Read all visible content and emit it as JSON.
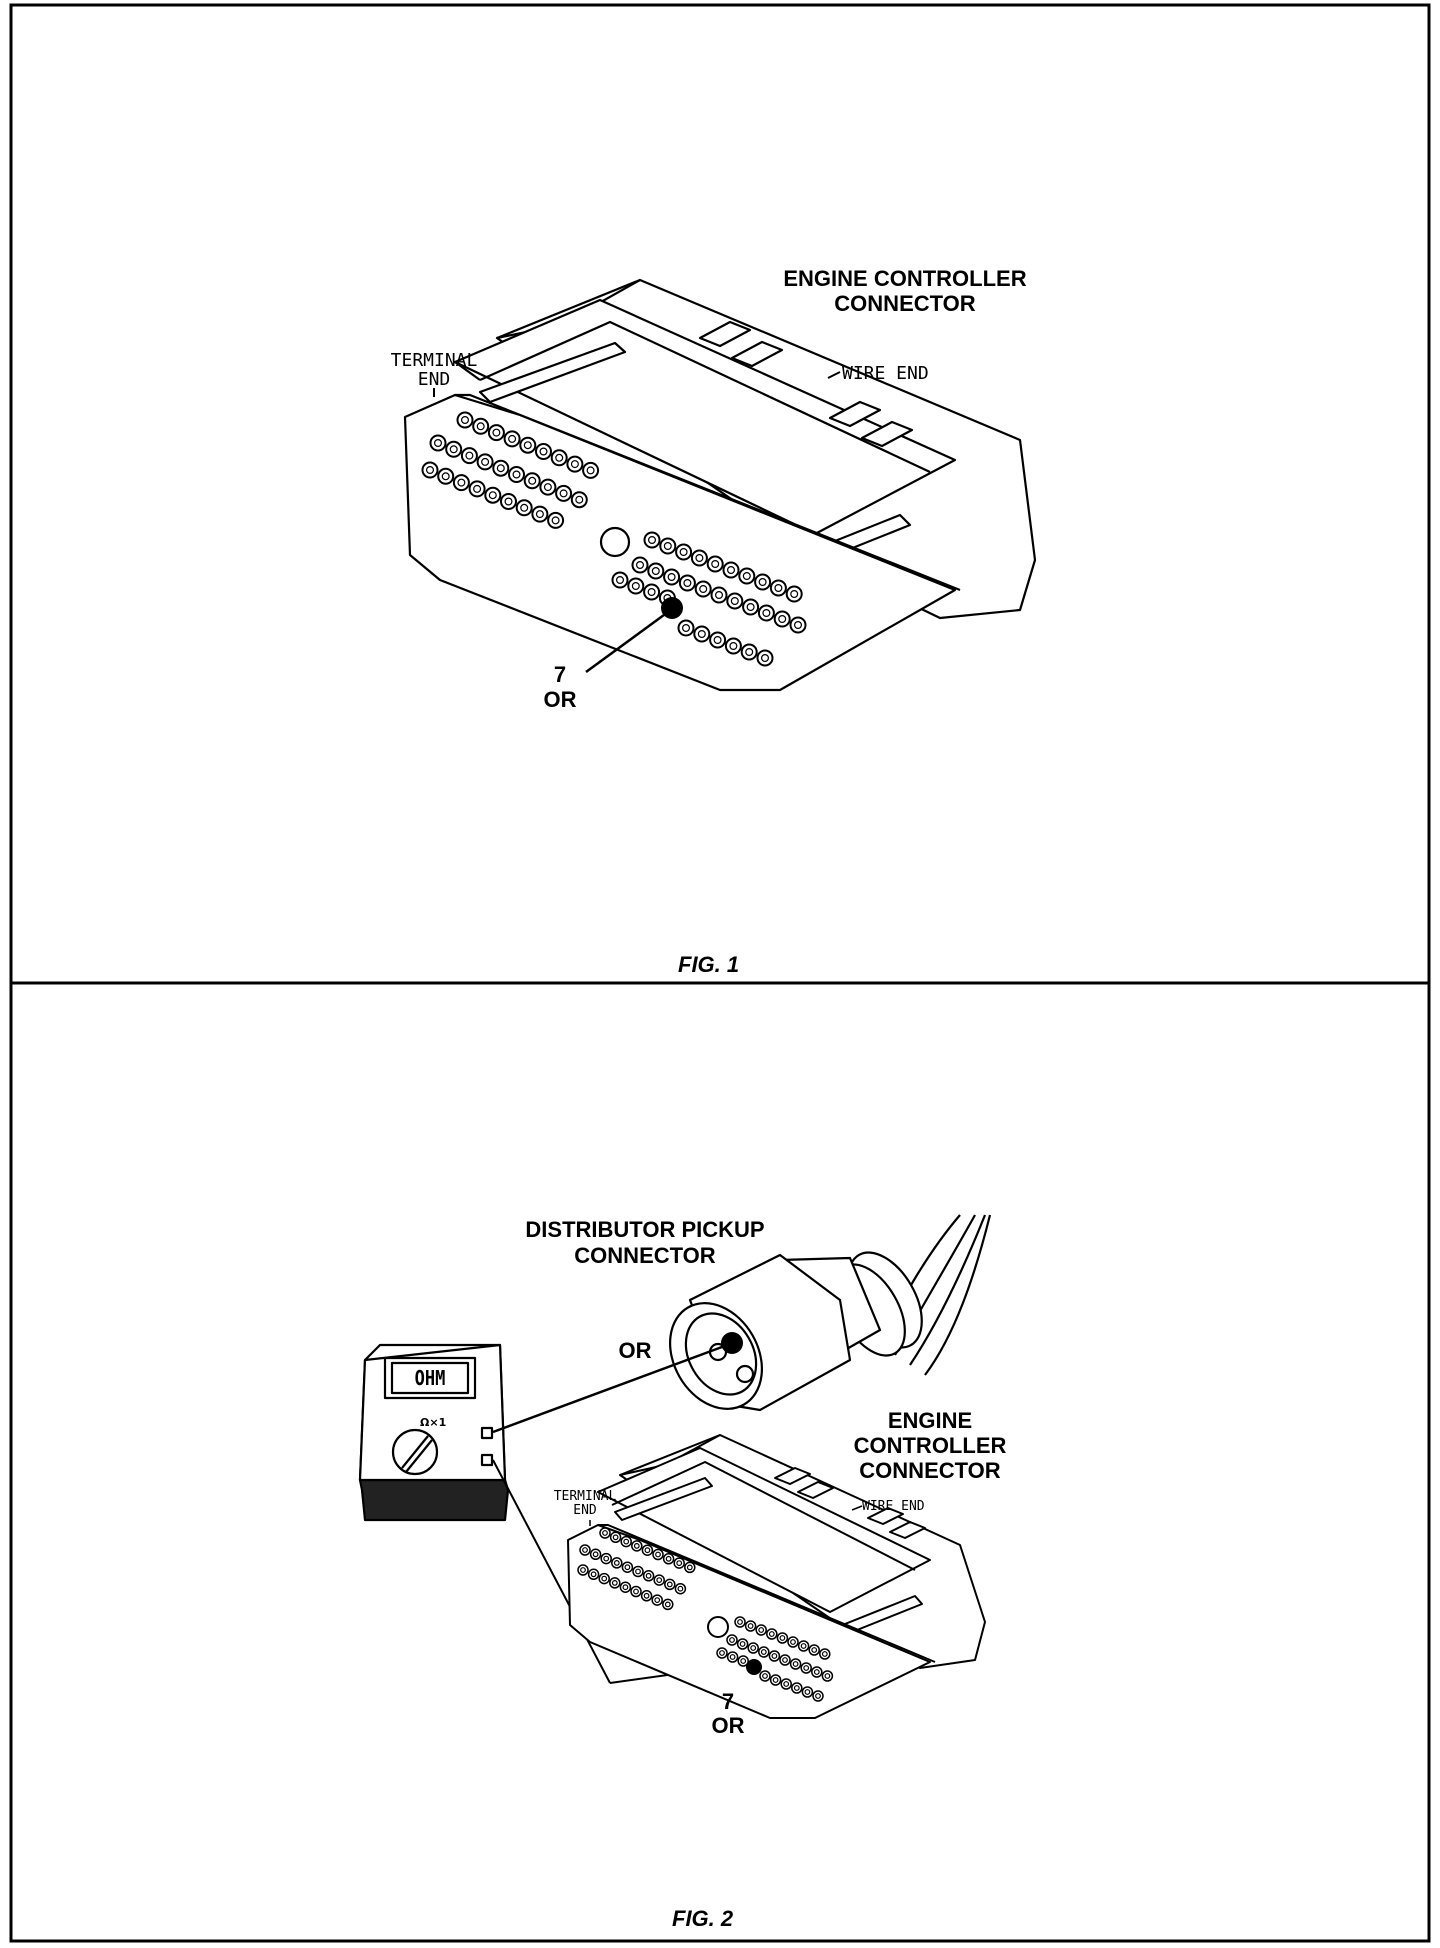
{
  "fig1": {
    "title_line1": "ENGINE CONTROLLER",
    "title_line2": "CONNECTOR",
    "terminal_end_line1": "TERMINAL",
    "terminal_end_line2": "END",
    "wire_end": "WIRE END",
    "pin_number": "7",
    "pin_color": "OR",
    "caption": "FIG. 1"
  },
  "fig2": {
    "distributor_line1": "DISTRIBUTOR PICKUP",
    "distributor_line2": "CONNECTOR",
    "distributor_color": "OR",
    "ohmmeter_display": "OHM",
    "ohmmeter_range": "Ω×1",
    "controller_line1": "ENGINE",
    "controller_line2": "CONTROLLER",
    "controller_line3": "CONNECTOR",
    "terminal_end_line1": "TERMINAL",
    "terminal_end_line2": "END",
    "wire_end": "WIRE END",
    "pin_number": "7",
    "pin_color": "OR",
    "caption": "FIG. 2"
  }
}
